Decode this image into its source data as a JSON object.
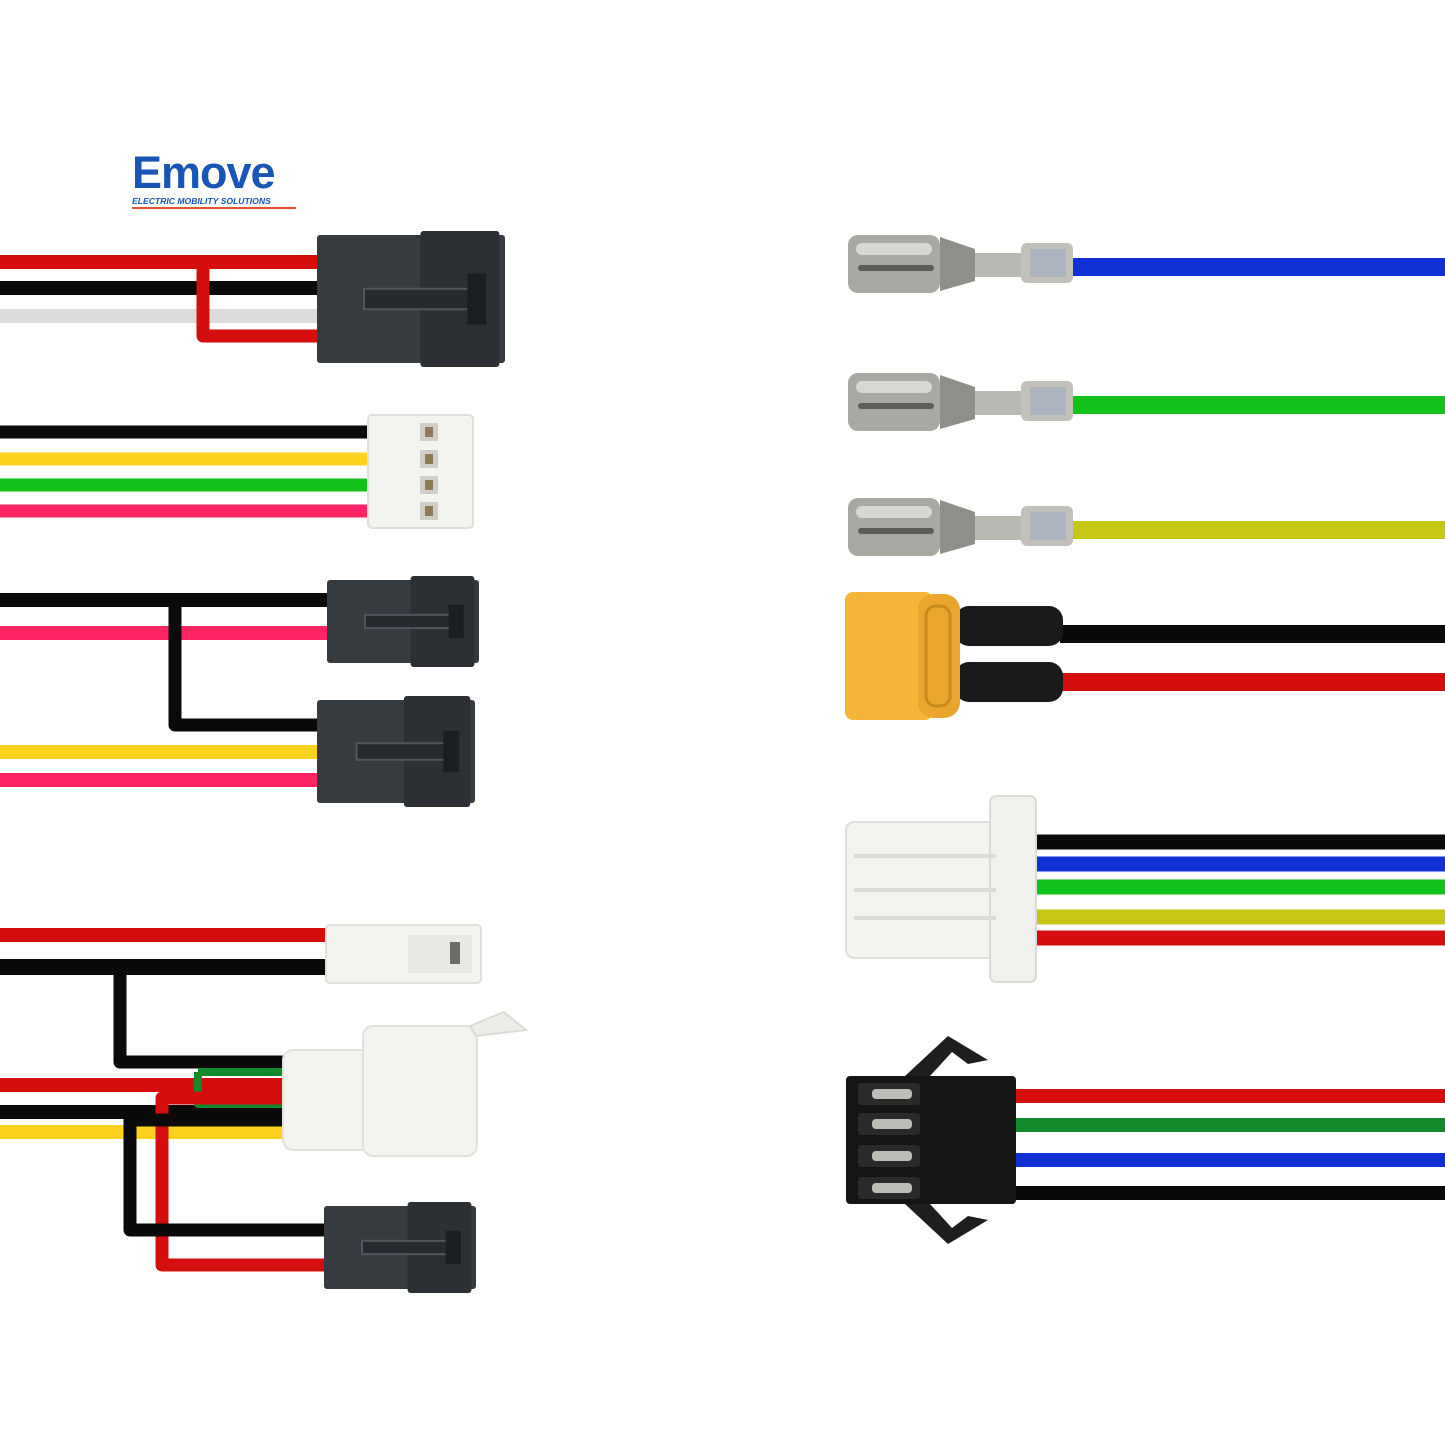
{
  "brand": {
    "name": "Emove",
    "tagline": "ELECTRIC MOBILITY SOLUTIONS",
    "name_color": "#1856b5",
    "tagline_color": "#1856b5",
    "rule_color": "#e0522a"
  },
  "colors": {
    "red": "#d40d0d",
    "black": "#0a0a0a",
    "white_wire": "#dcdcdc",
    "yellow": "#ffd21f",
    "green": "#12c21a",
    "pink": "#ff2463",
    "blue": "#1131d6",
    "olive": "#c6c614",
    "dark_green": "#128a2c",
    "housing_dark": "#363b40",
    "housing_white": "#f3f3ef",
    "xt_yellow": "#f5b43a",
    "terminal_metal": "#a9a8a2"
  },
  "harnesses": [
    {
      "id": "sm-3pin-with-loop",
      "side": "left",
      "connector": "black 3-pin housing",
      "wires": [
        "red",
        "black",
        "white_wire"
      ]
    },
    {
      "id": "jst-4pin",
      "side": "left",
      "connector": "white 4-pin housing",
      "wires": [
        "black",
        "yellow",
        "green",
        "pink"
      ]
    },
    {
      "id": "dual-2pin",
      "side": "left",
      "connector": "two black 2-pin housings",
      "wires": [
        "black",
        "pink",
        "yellow",
        "pink"
      ]
    },
    {
      "id": "split-cable",
      "side": "left",
      "connector": "white 2-pin, white housing, black 2-pin",
      "wires": [
        "red",
        "black",
        "red",
        "black",
        "yellow",
        "dark_green"
      ]
    },
    {
      "id": "bullet-blue",
      "side": "right",
      "connector": "bullet terminal",
      "wires": [
        "blue"
      ]
    },
    {
      "id": "bullet-green",
      "side": "right",
      "connector": "bullet terminal",
      "wires": [
        "green"
      ]
    },
    {
      "id": "bullet-olive",
      "side": "right",
      "connector": "bullet terminal",
      "wires": [
        "olive"
      ]
    },
    {
      "id": "xt-power",
      "side": "right",
      "connector": "yellow power plug",
      "wires": [
        "black",
        "red"
      ]
    },
    {
      "id": "white-5pin",
      "side": "right",
      "connector": "white 5-pin housing",
      "wires": [
        "black",
        "blue",
        "green",
        "olive",
        "red"
      ]
    },
    {
      "id": "sm-4pin",
      "side": "right",
      "connector": "black 4-pin housing",
      "wires": [
        "red",
        "dark_green",
        "blue",
        "black"
      ]
    }
  ]
}
